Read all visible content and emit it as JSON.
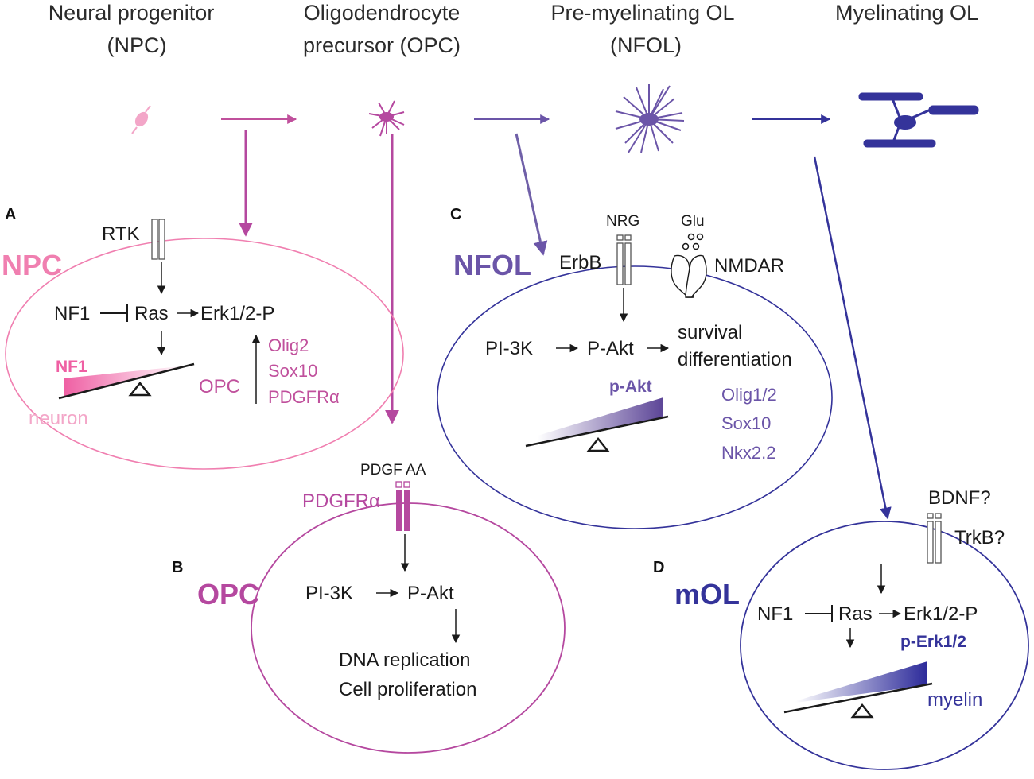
{
  "stages": [
    {
      "line1": "Neural progenitor",
      "line2": "(NPC)"
    },
    {
      "line1": "Oligodendrocyte",
      "line2": "precursor (OPC)"
    },
    {
      "line1": "Pre-myelinating OL",
      "line2": "(NFOL)"
    },
    {
      "line1": "Myelinating OL",
      "line2": ""
    }
  ],
  "panels": {
    "A": {
      "letter": "A",
      "cell": "NPC",
      "receptor": "RTK",
      "nf1": "NF1",
      "ras": "Ras",
      "erk": "Erk1/2-P",
      "gradient_label": "NF1",
      "neuron": "neuron",
      "opc": "OPC",
      "factors": [
        "Olig2",
        "Sox10",
        "PDGFRα"
      ]
    },
    "B": {
      "letter": "B",
      "cell": "OPC",
      "ligand": "PDGF AA",
      "receptor": "PDGFRα",
      "pi3k": "PI-3K",
      "pakt": "P-Akt",
      "outcome1": "DNA replication",
      "outcome2": "Cell proliferation"
    },
    "C": {
      "letter": "C",
      "cell": "NFOL",
      "ligand1": "NRG",
      "receptor1": "ErbB",
      "ligand2": "Glu",
      "receptor2": "NMDAR",
      "pi3k": "PI-3K",
      "pakt": "P-Akt",
      "outcome1": "survival",
      "outcome2": "differentiation",
      "gradient_label": "p-Akt",
      "factors": [
        "Olig1/2",
        "Sox10",
        "Nkx2.2"
      ]
    },
    "D": {
      "letter": "D",
      "cell": "mOL",
      "ligand": "BDNF?",
      "receptor": "TrkB?",
      "nf1": "NF1",
      "ras": "Ras",
      "erk": "Erk1/2-P",
      "gradient_label": "p-Erk1/2",
      "outcome": "myelin"
    }
  },
  "colors": {
    "npc": "#f07fb0",
    "opc": "#b5489f",
    "nfol": "#6b55a8",
    "mol": "#34339a",
    "black": "#1a1a1a"
  }
}
